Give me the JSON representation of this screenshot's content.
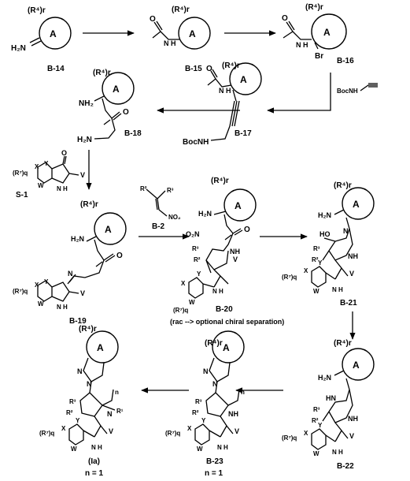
{
  "ring_label": "A",
  "compounds": {
    "b14": {
      "id": "B-14",
      "sub": "(R⁴)r",
      "amine": "H₂N"
    },
    "b15": {
      "id": "B-15",
      "sub": "(R⁴)r",
      "nh": "N H",
      "acyl_o": "O"
    },
    "b16": {
      "id": "B-16",
      "sub": "(R⁴)r",
      "nh": "N H",
      "acyl_o": "O",
      "halogen": "Br"
    },
    "b17": {
      "id": "B-17",
      "sub": "(R⁴)r",
      "nh": "N H",
      "acyl_o": "O",
      "protect": "BocNH"
    },
    "b18": {
      "id": "B-18",
      "sub": "(R⁴)r",
      "amine": "NH₂",
      "ketone": "O",
      "terminal": "H₂N"
    },
    "s1": {
      "id": "S-1",
      "sub": "(R⁷)q",
      "o": "O",
      "v": "V",
      "y": "Y",
      "x": "X",
      "w": "W",
      "nh": "N H"
    },
    "b19": {
      "id": "B-19",
      "sub_a": "(R⁴)r",
      "sub_b": "(R⁷)q",
      "amine": "H₂N",
      "ketone": "O",
      "imine": "N",
      "v": "V",
      "y": "Y",
      "x": "X",
      "w": "W",
      "nh": "N H"
    },
    "b2": {
      "id": "B-2",
      "r2": "R²",
      "r3": "R³",
      "nitro": "NO₂"
    },
    "b20": {
      "id": "B-20",
      "sub_a": "(R⁴)r",
      "sub_b": "(R⁷)q",
      "amine": "H₂N",
      "ketone": "O",
      "nitro": "O₂N",
      "r2": "R²",
      "r3": "R³",
      "nh1": "NH",
      "nh2": "N H",
      "v": "V",
      "y": "Y",
      "x": "X",
      "w": "W",
      "note": "(rac --> optional chiral separation)"
    },
    "b21": {
      "id": "B-21",
      "sub_a": "(R⁴)r",
      "sub_b": "(R⁷)q",
      "amine": "H₂N",
      "hydroxyl": "HO",
      "n": "N",
      "r2": "R²",
      "r3": "R³",
      "nh1": "NH",
      "nh2": "N H",
      "v": "V",
      "y": "Y",
      "x": "X",
      "w": "W"
    },
    "b22": {
      "id": "B-22",
      "sub_a": "(R⁴)r",
      "sub_b": "(R⁷)q",
      "amine": "H₂N",
      "hn": "HN",
      "r2": "R²",
      "r3": "R³",
      "nh1": "NH",
      "nh2": "N H",
      "v": "V",
      "y": "Y",
      "x": "X",
      "w": "W"
    },
    "b23": {
      "id": "B-23",
      "n_note": "n = 1",
      "sub_a": "(R⁴)r",
      "sub_b": "(R⁷)q",
      "n1": "N",
      "n2": "N",
      "n_sub": "n",
      "r2": "R²",
      "r3": "R³",
      "nh1": "NH",
      "nh2": "N H",
      "v": "V",
      "y": "Y",
      "x": "X",
      "w": "W"
    },
    "ia": {
      "id": "(Ia)",
      "n_note": "n = 1",
      "sub_a": "(R⁴)r",
      "sub_b": "(R⁷)q",
      "n1": "N",
      "n2": "N",
      "n3": "N",
      "r1": "R¹",
      "n_sub": "n",
      "r2": "R²",
      "r3": "R³",
      "nh": "N H",
      "v": "V",
      "y": "Y",
      "x": "X",
      "w": "W"
    }
  },
  "reagents": {
    "propargyl": "BocNH"
  }
}
